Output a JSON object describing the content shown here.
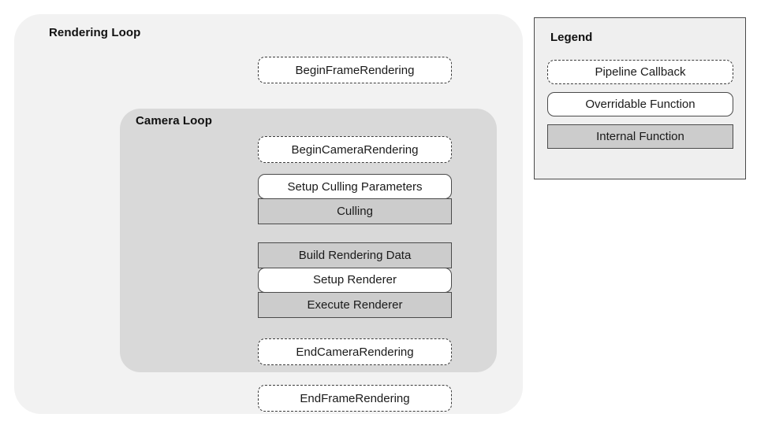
{
  "diagram": {
    "title": "Rendering Loop",
    "outer_container": {
      "label": "Rendering Loop",
      "fill_color": "#f2f2f2"
    },
    "inner_container": {
      "label": "Camera Loop",
      "fill_color": "#d9d9d9"
    },
    "nodes": [
      {
        "label": "BeginFrameRendering",
        "kind": "callback",
        "scope": "rendering-loop"
      },
      {
        "label": "BeginCameraRendering",
        "kind": "callback",
        "scope": "camera-loop"
      },
      {
        "label": "Setup Culling Parameters",
        "kind": "overridable",
        "scope": "camera-loop"
      },
      {
        "label": "Culling",
        "kind": "internal",
        "scope": "camera-loop"
      },
      {
        "label": "Build Rendering Data",
        "kind": "internal",
        "scope": "camera-loop"
      },
      {
        "label": "Setup Renderer",
        "kind": "overridable",
        "scope": "camera-loop"
      },
      {
        "label": "Execute Renderer",
        "kind": "internal",
        "scope": "camera-loop"
      },
      {
        "label": "EndCameraRendering",
        "kind": "callback",
        "scope": "camera-loop"
      },
      {
        "label": "EndFrameRendering",
        "kind": "callback",
        "scope": "rendering-loop"
      }
    ]
  },
  "legend": {
    "title": "Legend",
    "items": [
      {
        "label": "Pipeline Callback",
        "kind": "callback",
        "fill_color": "#ffffff",
        "border_style": "dashed"
      },
      {
        "label": "Overridable Function",
        "kind": "overridable",
        "fill_color": "#ffffff",
        "border_style": "solid-rounded"
      },
      {
        "label": "Internal Function",
        "kind": "internal",
        "fill_color": "#cccccc",
        "border_style": "solid-square"
      }
    ]
  }
}
